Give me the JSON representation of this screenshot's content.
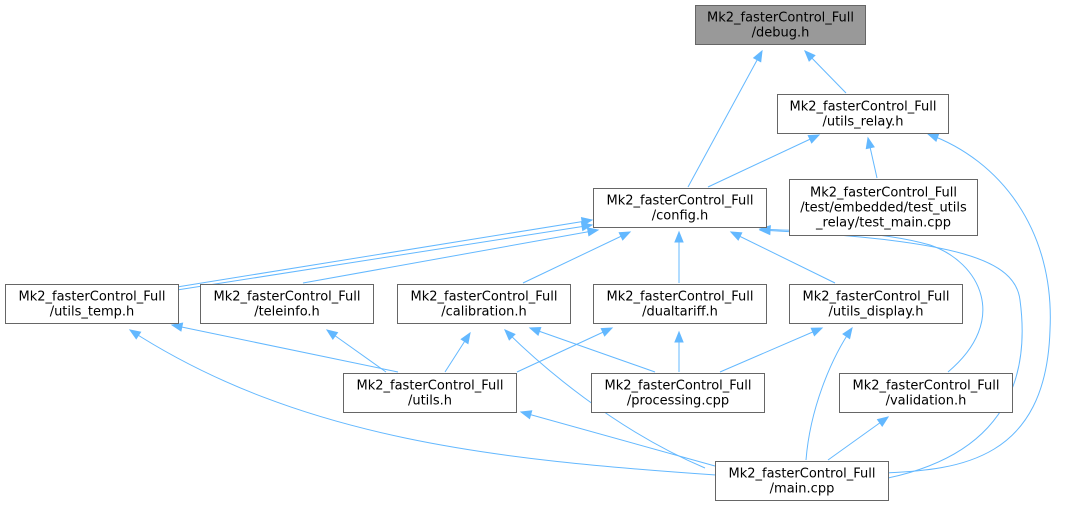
{
  "colors": {
    "edge": "#63b8ff",
    "node_border": "#666666",
    "node_fill": "#ffffff",
    "root_fill": "#999999"
  },
  "nodes": [
    {
      "id": "debug",
      "lines": [
        "Mk2_fasterControl_Full",
        "/debug.h"
      ],
      "highlighted": true
    },
    {
      "id": "utils_relay",
      "lines": [
        "Mk2_fasterControl_Full",
        "/utils_relay.h"
      ]
    },
    {
      "id": "config",
      "lines": [
        "Mk2_fasterControl_Full",
        "/config.h"
      ]
    },
    {
      "id": "test_main",
      "lines": [
        "Mk2_fasterControl_Full",
        "/test/embedded/test_utils",
        "_relay/test_main.cpp"
      ]
    },
    {
      "id": "utils_temp",
      "lines": [
        "Mk2_fasterControl_Full",
        "/utils_temp.h"
      ]
    },
    {
      "id": "teleinfo",
      "lines": [
        "Mk2_fasterControl_Full",
        "/teleinfo.h"
      ]
    },
    {
      "id": "calibration",
      "lines": [
        "Mk2_fasterControl_Full",
        "/calibration.h"
      ]
    },
    {
      "id": "dualtariff",
      "lines": [
        "Mk2_fasterControl_Full",
        "/dualtariff.h"
      ]
    },
    {
      "id": "utils_display",
      "lines": [
        "Mk2_fasterControl_Full",
        "/utils_display.h"
      ]
    },
    {
      "id": "utils",
      "lines": [
        "Mk2_fasterControl_Full",
        "/utils.h"
      ]
    },
    {
      "id": "processing",
      "lines": [
        "Mk2_fasterControl_Full",
        "/processing.cpp"
      ]
    },
    {
      "id": "validation",
      "lines": [
        "Mk2_fasterControl_Full",
        "/validation.h"
      ]
    },
    {
      "id": "main",
      "lines": [
        "Mk2_fasterControl_Full",
        "/main.cpp"
      ]
    }
  ],
  "edges": [
    {
      "from": "utils_relay",
      "to": "debug"
    },
    {
      "from": "config",
      "to": "debug"
    },
    {
      "from": "config",
      "to": "utils_relay"
    },
    {
      "from": "test_main",
      "to": "utils_relay"
    },
    {
      "from": "main",
      "to": "utils_relay"
    },
    {
      "from": "utils_temp",
      "to": "config"
    },
    {
      "from": "utils_temp",
      "to": "config"
    },
    {
      "from": "teleinfo",
      "to": "config"
    },
    {
      "from": "calibration",
      "to": "config"
    },
    {
      "from": "dualtariff",
      "to": "config"
    },
    {
      "from": "utils_display",
      "to": "config"
    },
    {
      "from": "validation",
      "to": "config"
    },
    {
      "from": "main",
      "to": "config"
    },
    {
      "from": "utils",
      "to": "utils_temp"
    },
    {
      "from": "main",
      "to": "utils_temp"
    },
    {
      "from": "utils",
      "to": "teleinfo"
    },
    {
      "from": "utils",
      "to": "calibration"
    },
    {
      "from": "processing",
      "to": "calibration"
    },
    {
      "from": "main",
      "to": "calibration"
    },
    {
      "from": "utils",
      "to": "dualtariff"
    },
    {
      "from": "processing",
      "to": "dualtariff"
    },
    {
      "from": "processing",
      "to": "utils_display"
    },
    {
      "from": "main",
      "to": "utils_display"
    },
    {
      "from": "main",
      "to": "utils"
    },
    {
      "from": "main",
      "to": "validation"
    }
  ]
}
